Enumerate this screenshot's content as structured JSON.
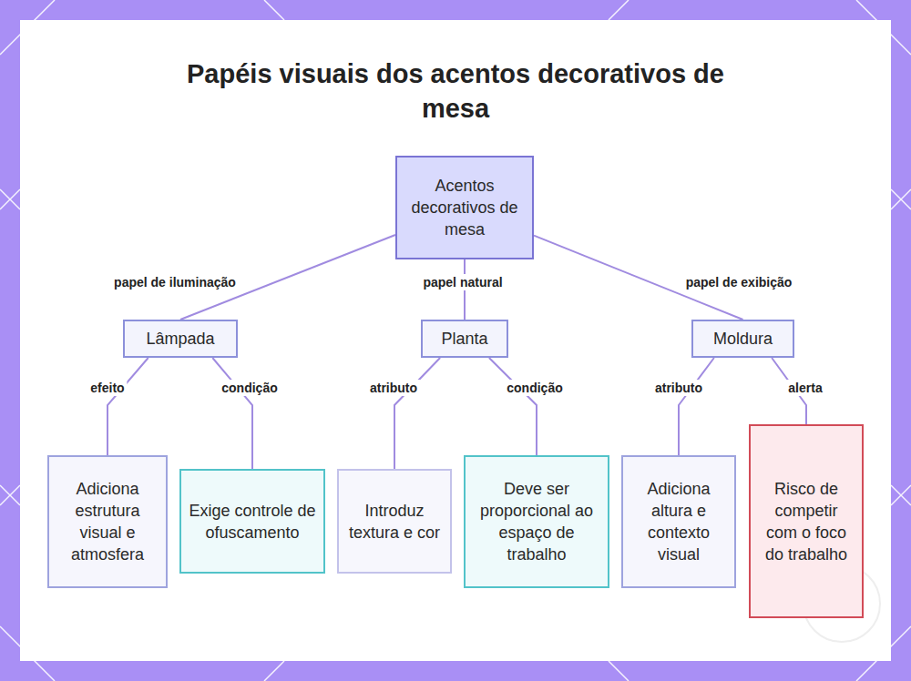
{
  "diagram": {
    "title": "Papéis visuais dos acentos decorativos de mesa",
    "nodes": [
      {
        "text": [
          "Acentos decorativos de mesa"
        ]
      },
      {
        "text": [
          "Lâmpada"
        ]
      },
      {
        "text": [
          "Planta"
        ]
      },
      {
        "text": [
          "Moldura"
        ]
      },
      {
        "text": [
          "Adiciona estrutura visual e atmosfera"
        ]
      },
      {
        "text": [
          "Exige controle de ofuscamento"
        ]
      },
      {
        "text": [
          "Introduz textura e cor"
        ]
      },
      {
        "text": [
          "Deve ser proporcional ao espaço de trabalho"
        ]
      },
      {
        "text": [
          "Adiciona altura e contexto visual"
        ]
      },
      {
        "text": [
          "Risco de competir com o foco do trabalho"
        ]
      }
    ],
    "edges": [
      {
        "from": 0,
        "to": 1,
        "label": "papel de iluminação",
        "arrow": "none"
      },
      {
        "from": 0,
        "to": 2,
        "label": "papel natural",
        "arrow": "none"
      },
      {
        "from": 0,
        "to": 3,
        "label": "papel de exibição",
        "arrow": "none"
      },
      {
        "from": 1,
        "to": 4,
        "label": "efeito",
        "arrow": "none"
      },
      {
        "from": 1,
        "to": 5,
        "label": "condição",
        "arrow": "none"
      },
      {
        "from": 2,
        "to": 6,
        "label": "atributo",
        "arrow": "none"
      },
      {
        "from": 2,
        "to": 7,
        "label": "condição",
        "arrow": "none"
      },
      {
        "from": 3,
        "to": 8,
        "label": "atributo",
        "arrow": "none"
      },
      {
        "from": 3,
        "to": 9,
        "label": "alerta",
        "arrow": "none"
      }
    ]
  }
}
